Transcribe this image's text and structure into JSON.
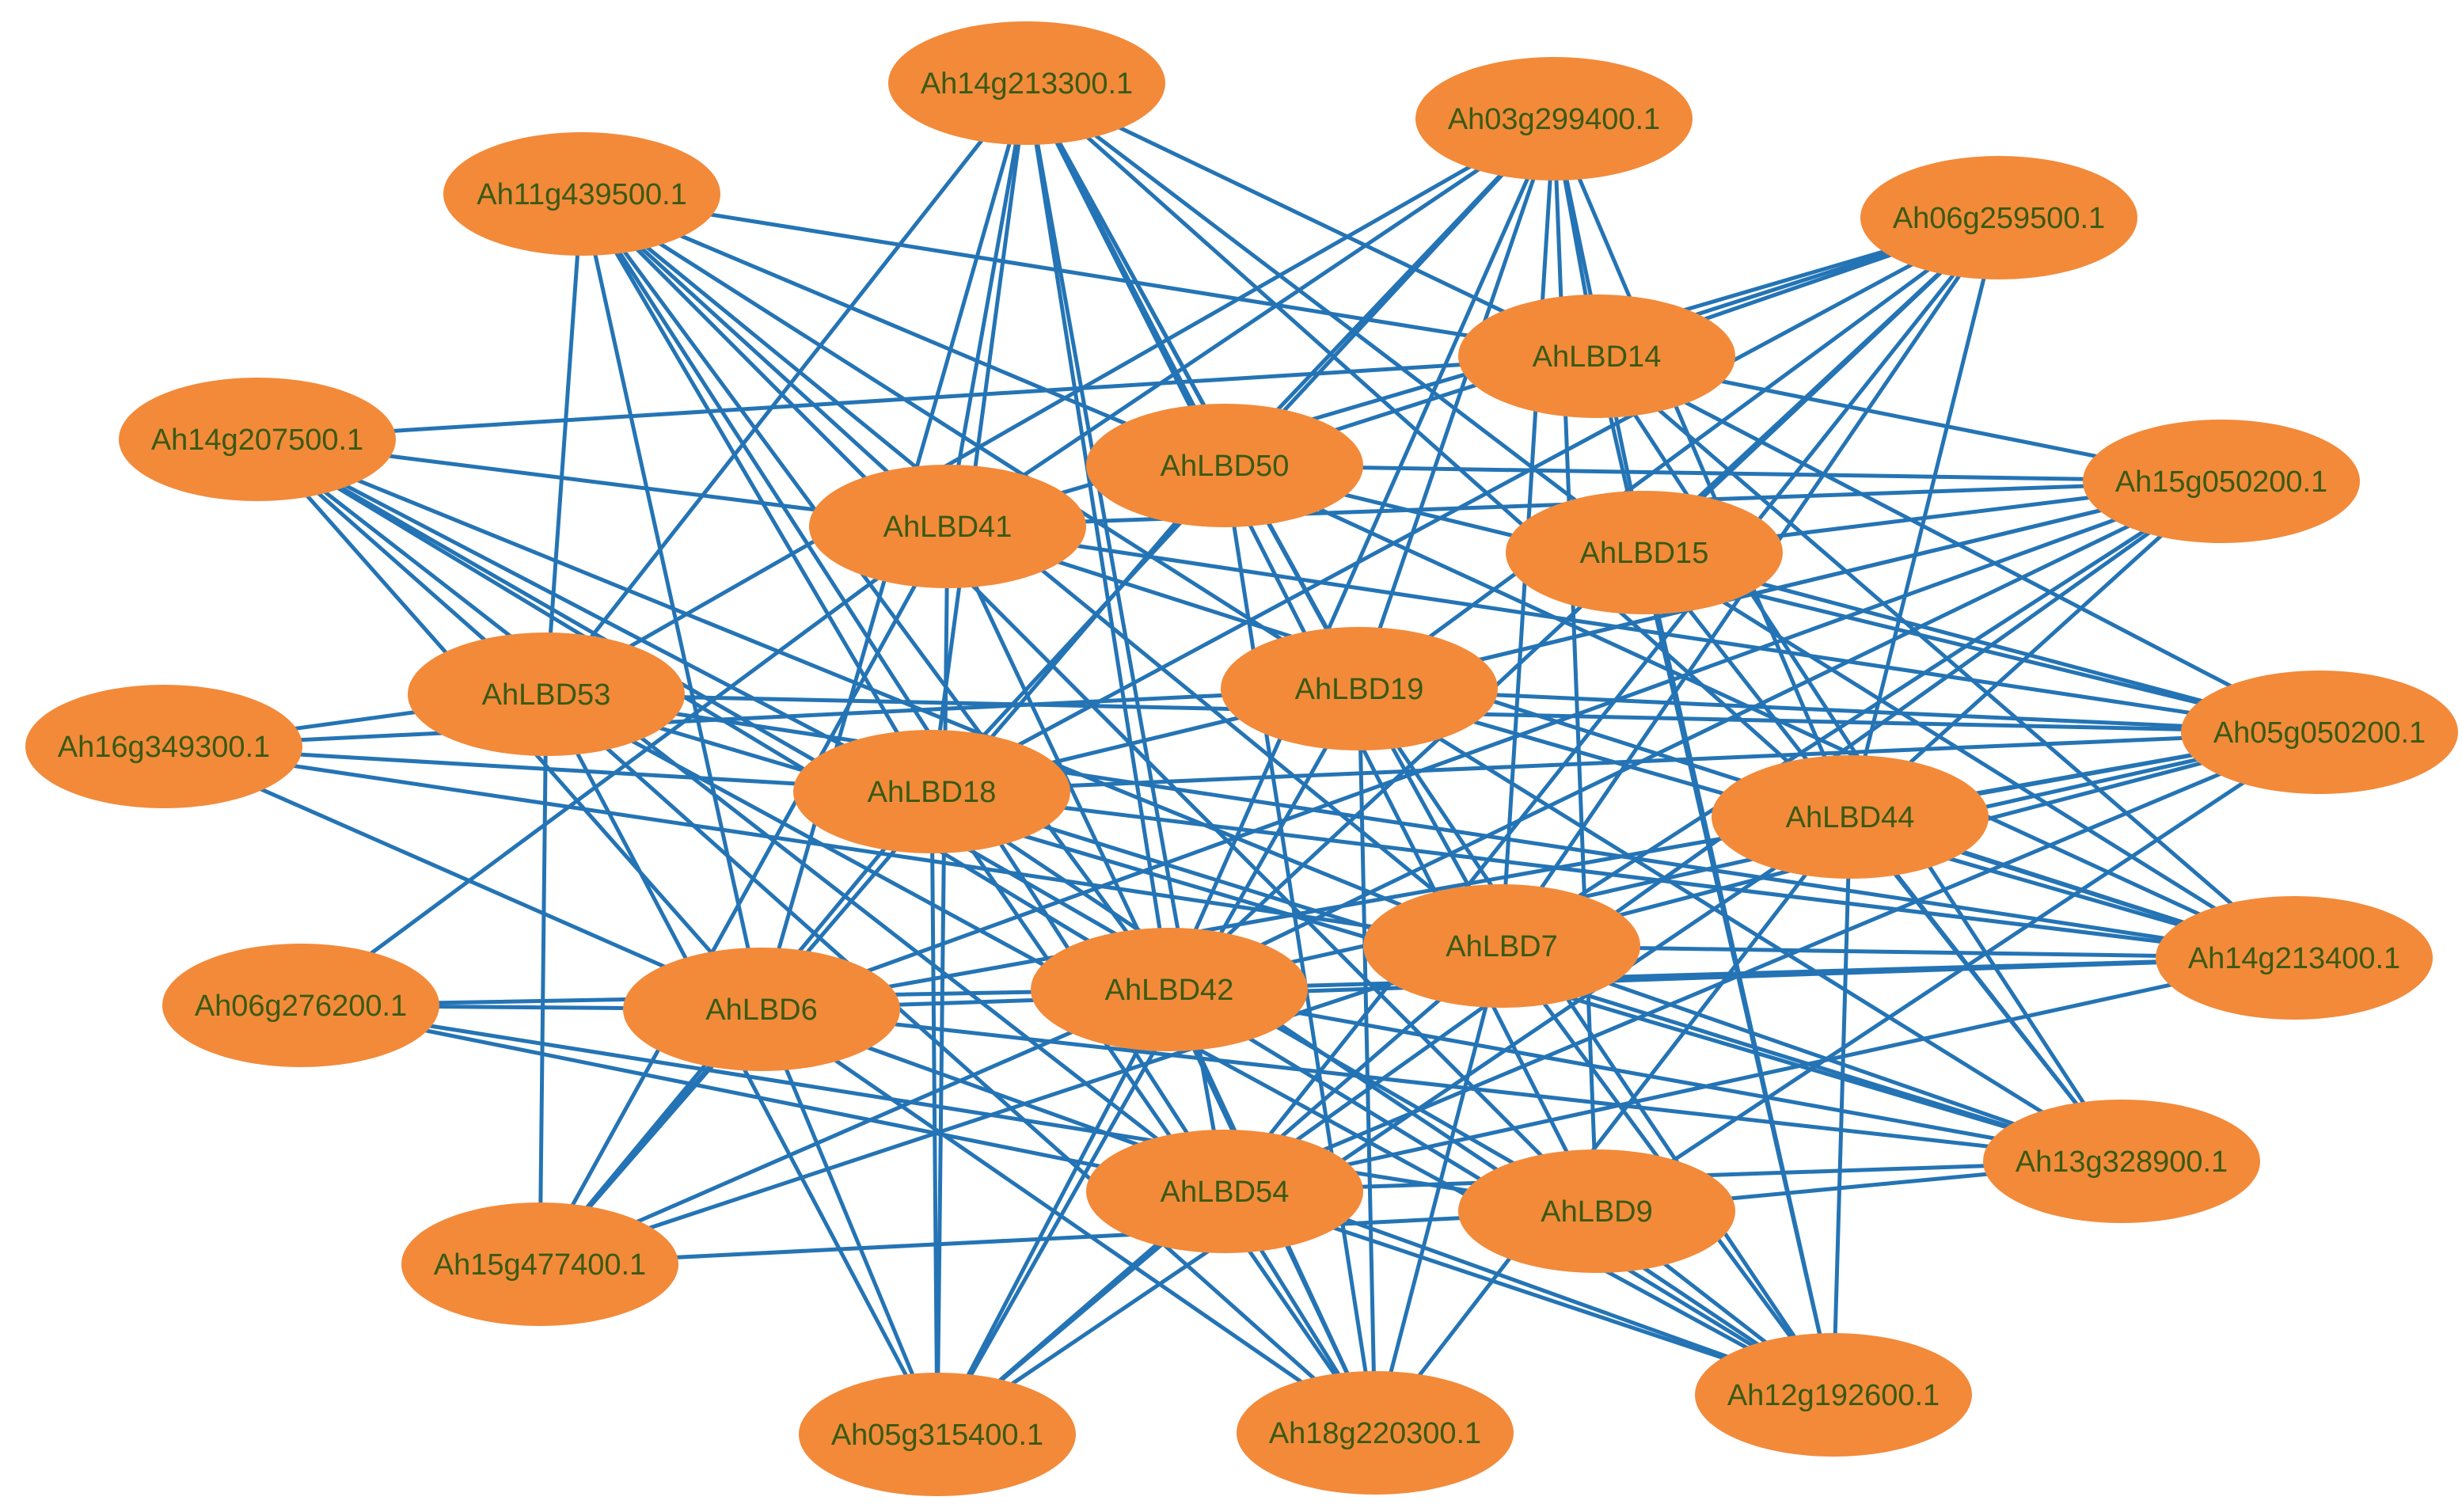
{
  "diagram": {
    "nodes": [
      {
        "id": "Ah14g213300",
        "label": "Ah14g213300.1"
      },
      {
        "id": "Ah03g299400",
        "label": "Ah03g299400.1"
      },
      {
        "id": "Ah11g439500",
        "label": "Ah11g439500.1"
      },
      {
        "id": "Ah06g259500",
        "label": "Ah06g259500.1"
      },
      {
        "id": "AhLBD14",
        "label": "AhLBD14"
      },
      {
        "id": "Ah14g207500",
        "label": "Ah14g207500.1"
      },
      {
        "id": "AhLBD50",
        "label": "AhLBD50"
      },
      {
        "id": "Ah15g050200",
        "label": "Ah15g050200.1"
      },
      {
        "id": "AhLBD41",
        "label": "AhLBD41"
      },
      {
        "id": "AhLBD15",
        "label": "AhLBD15"
      },
      {
        "id": "AhLBD53",
        "label": "AhLBD53"
      },
      {
        "id": "AhLBD19",
        "label": "AhLBD19"
      },
      {
        "id": "Ah16g349300",
        "label": "Ah16g349300.1"
      },
      {
        "id": "Ah05g050200",
        "label": "Ah05g050200.1"
      },
      {
        "id": "AhLBD18",
        "label": "AhLBD18"
      },
      {
        "id": "AhLBD44",
        "label": "AhLBD44"
      },
      {
        "id": "AhLBD7",
        "label": "AhLBD7"
      },
      {
        "id": "Ah06g276200",
        "label": "Ah06g276200.1"
      },
      {
        "id": "AhLBD6",
        "label": "AhLBD6"
      },
      {
        "id": "AhLBD42",
        "label": "AhLBD42"
      },
      {
        "id": "Ah14g213400",
        "label": "Ah14g213400.1"
      },
      {
        "id": "AhLBD54",
        "label": "AhLBD54"
      },
      {
        "id": "AhLBD9",
        "label": "AhLBD9"
      },
      {
        "id": "Ah13g328900",
        "label": "Ah13g328900.1"
      },
      {
        "id": "Ah15g477400",
        "label": "Ah15g477400.1"
      },
      {
        "id": "Ah12g192600",
        "label": "Ah12g192600.1"
      },
      {
        "id": "Ah05g315400",
        "label": "Ah05g315400.1"
      },
      {
        "id": "Ah18g220300",
        "label": "Ah18g220300.1"
      }
    ],
    "edges": [
      [
        "Ah14g213300",
        "AhLBD14"
      ],
      [
        "Ah14g213300",
        "AhLBD50"
      ],
      [
        "Ah14g213300",
        "AhLBD41"
      ],
      [
        "Ah14g213300",
        "AhLBD15"
      ],
      [
        "Ah14g213300",
        "AhLBD53"
      ],
      [
        "Ah14g213300",
        "AhLBD19"
      ],
      [
        "Ah14g213300",
        "AhLBD18"
      ],
      [
        "Ah14g213300",
        "AhLBD44"
      ],
      [
        "Ah14g213300",
        "AhLBD7"
      ],
      [
        "Ah14g213300",
        "AhLBD6"
      ],
      [
        "Ah14g213300",
        "AhLBD42"
      ],
      [
        "Ah14g213300",
        "AhLBD54"
      ],
      [
        "Ah14g213300",
        "AhLBD9"
      ],
      [
        "Ah03g299400",
        "AhLBD14"
      ],
      [
        "Ah03g299400",
        "AhLBD50"
      ],
      [
        "Ah03g299400",
        "AhLBD41"
      ],
      [
        "Ah03g299400",
        "AhLBD15"
      ],
      [
        "Ah03g299400",
        "AhLBD53"
      ],
      [
        "Ah03g299400",
        "AhLBD19"
      ],
      [
        "Ah03g299400",
        "AhLBD18"
      ],
      [
        "Ah03g299400",
        "AhLBD44"
      ],
      [
        "Ah03g299400",
        "AhLBD7"
      ],
      [
        "Ah03g299400",
        "AhLBD42"
      ],
      [
        "Ah03g299400",
        "AhLBD9"
      ],
      [
        "Ah11g439500",
        "AhLBD14"
      ],
      [
        "Ah11g439500",
        "AhLBD50"
      ],
      [
        "Ah11g439500",
        "AhLBD41"
      ],
      [
        "Ah11g439500",
        "AhLBD53"
      ],
      [
        "Ah11g439500",
        "AhLBD19"
      ],
      [
        "Ah11g439500",
        "AhLBD18"
      ],
      [
        "Ah11g439500",
        "AhLBD7"
      ],
      [
        "Ah11g439500",
        "AhLBD6"
      ],
      [
        "Ah11g439500",
        "AhLBD42"
      ],
      [
        "Ah11g439500",
        "AhLBD54"
      ],
      [
        "Ah11g439500",
        "AhLBD9"
      ],
      [
        "Ah06g259500",
        "AhLBD14"
      ],
      [
        "Ah06g259500",
        "AhLBD50"
      ],
      [
        "Ah06g259500",
        "AhLBD41"
      ],
      [
        "Ah06g259500",
        "AhLBD15"
      ],
      [
        "Ah06g259500",
        "AhLBD19"
      ],
      [
        "Ah06g259500",
        "AhLBD18"
      ],
      [
        "Ah06g259500",
        "AhLBD44"
      ],
      [
        "Ah06g259500",
        "AhLBD7"
      ],
      [
        "Ah06g259500",
        "AhLBD42"
      ],
      [
        "Ah06g259500",
        "AhLBD54"
      ],
      [
        "Ah14g207500",
        "AhLBD14"
      ],
      [
        "Ah14g207500",
        "AhLBD41"
      ],
      [
        "Ah14g207500",
        "AhLBD53"
      ],
      [
        "Ah14g207500",
        "AhLBD18"
      ],
      [
        "Ah14g207500",
        "AhLBD7"
      ],
      [
        "Ah14g207500",
        "AhLBD6"
      ],
      [
        "Ah14g207500",
        "AhLBD42"
      ],
      [
        "Ah14g207500",
        "AhLBD54"
      ],
      [
        "Ah14g207500",
        "AhLBD9"
      ],
      [
        "Ah15g050200",
        "AhLBD14"
      ],
      [
        "Ah15g050200",
        "AhLBD50"
      ],
      [
        "Ah15g050200",
        "AhLBD41"
      ],
      [
        "Ah15g050200",
        "AhLBD15"
      ],
      [
        "Ah15g050200",
        "AhLBD19"
      ],
      [
        "Ah15g050200",
        "AhLBD18"
      ],
      [
        "Ah15g050200",
        "AhLBD44"
      ],
      [
        "Ah15g050200",
        "AhLBD7"
      ],
      [
        "Ah15g050200",
        "AhLBD6"
      ],
      [
        "Ah15g050200",
        "AhLBD42"
      ],
      [
        "Ah15g050200",
        "AhLBD54"
      ],
      [
        "Ah16g349300",
        "AhLBD53"
      ],
      [
        "Ah16g349300",
        "AhLBD18"
      ],
      [
        "Ah16g349300",
        "AhLBD6"
      ],
      [
        "Ah16g349300",
        "AhLBD7"
      ],
      [
        "Ah16g349300",
        "AhLBD19"
      ],
      [
        "Ah05g050200",
        "AhLBD14"
      ],
      [
        "Ah05g050200",
        "AhLBD50"
      ],
      [
        "Ah05g050200",
        "AhLBD41"
      ],
      [
        "Ah05g050200",
        "AhLBD15"
      ],
      [
        "Ah05g050200",
        "AhLBD53"
      ],
      [
        "Ah05g050200",
        "AhLBD19"
      ],
      [
        "Ah05g050200",
        "AhLBD18"
      ],
      [
        "Ah05g050200",
        "AhLBD44"
      ],
      [
        "Ah05g050200",
        "AhLBD7"
      ],
      [
        "Ah05g050200",
        "AhLBD6"
      ],
      [
        "Ah05g050200",
        "AhLBD42"
      ],
      [
        "Ah05g050200",
        "AhLBD54"
      ],
      [
        "Ah05g050200",
        "AhLBD9"
      ],
      [
        "Ah06g276200",
        "AhLBD41"
      ],
      [
        "Ah06g276200",
        "AhLBD6"
      ],
      [
        "Ah06g276200",
        "AhLBD42"
      ],
      [
        "Ah06g276200",
        "AhLBD54"
      ],
      [
        "Ah06g276200",
        "AhLBD9"
      ],
      [
        "Ah14g213400",
        "AhLBD14"
      ],
      [
        "Ah14g213400",
        "AhLBD50"
      ],
      [
        "Ah14g213400",
        "AhLBD41"
      ],
      [
        "Ah14g213400",
        "AhLBD15"
      ],
      [
        "Ah14g213400",
        "AhLBD53"
      ],
      [
        "Ah14g213400",
        "AhLBD19"
      ],
      [
        "Ah14g213400",
        "AhLBD18"
      ],
      [
        "Ah14g213400",
        "AhLBD44"
      ],
      [
        "Ah14g213400",
        "AhLBD7"
      ],
      [
        "Ah14g213400",
        "AhLBD6"
      ],
      [
        "Ah14g213400",
        "AhLBD42"
      ],
      [
        "Ah14g213400",
        "AhLBD54"
      ],
      [
        "Ah13g328900",
        "AhLBD14"
      ],
      [
        "Ah13g328900",
        "AhLBD15"
      ],
      [
        "Ah13g328900",
        "AhLBD53"
      ],
      [
        "Ah13g328900",
        "AhLBD19"
      ],
      [
        "Ah13g328900",
        "AhLBD18"
      ],
      [
        "Ah13g328900",
        "AhLBD44"
      ],
      [
        "Ah13g328900",
        "AhLBD7"
      ],
      [
        "Ah13g328900",
        "AhLBD6"
      ],
      [
        "Ah13g328900",
        "AhLBD42"
      ],
      [
        "Ah13g328900",
        "AhLBD54"
      ],
      [
        "Ah13g328900",
        "AhLBD9"
      ],
      [
        "Ah15g477400",
        "AhLBD41"
      ],
      [
        "Ah15g477400",
        "AhLBD53"
      ],
      [
        "Ah15g477400",
        "AhLBD18"
      ],
      [
        "Ah15g477400",
        "AhLBD7"
      ],
      [
        "Ah15g477400",
        "AhLBD6"
      ],
      [
        "Ah15g477400",
        "AhLBD42"
      ],
      [
        "Ah15g477400",
        "AhLBD50"
      ],
      [
        "Ah15g477400",
        "AhLBD9"
      ],
      [
        "Ah12g192600",
        "AhLBD14"
      ],
      [
        "Ah12g192600",
        "AhLBD15"
      ],
      [
        "Ah12g192600",
        "AhLBD53"
      ],
      [
        "Ah12g192600",
        "AhLBD19"
      ],
      [
        "Ah12g192600",
        "AhLBD18"
      ],
      [
        "Ah12g192600",
        "AhLBD44"
      ],
      [
        "Ah12g192600",
        "AhLBD7"
      ],
      [
        "Ah12g192600",
        "AhLBD6"
      ],
      [
        "Ah12g192600",
        "AhLBD42"
      ],
      [
        "Ah12g192600",
        "AhLBD54"
      ],
      [
        "Ah12g192600",
        "AhLBD9"
      ],
      [
        "Ah05g315400",
        "AhLBD41"
      ],
      [
        "Ah05g315400",
        "AhLBD53"
      ],
      [
        "Ah05g315400",
        "AhLBD18"
      ],
      [
        "Ah05g315400",
        "AhLBD7"
      ],
      [
        "Ah05g315400",
        "AhLBD6"
      ],
      [
        "Ah05g315400",
        "AhLBD42"
      ],
      [
        "Ah05g315400",
        "AhLBD44"
      ],
      [
        "Ah05g315400",
        "AhLBD54"
      ],
      [
        "Ah05g315400",
        "AhLBD19"
      ],
      [
        "Ah18g220300",
        "AhLBD50"
      ],
      [
        "Ah18g220300",
        "AhLBD41"
      ],
      [
        "Ah18g220300",
        "AhLBD53"
      ],
      [
        "Ah18g220300",
        "AhLBD19"
      ],
      [
        "Ah18g220300",
        "AhLBD18"
      ],
      [
        "Ah18g220300",
        "AhLBD7"
      ],
      [
        "Ah18g220300",
        "AhLBD6"
      ],
      [
        "Ah18g220300",
        "AhLBD42"
      ],
      [
        "Ah18g220300",
        "AhLBD54"
      ],
      [
        "Ah18g220300",
        "AhLBD44"
      ]
    ],
    "colors": {
      "node_fill": "#f28a3a",
      "edge": "#2474b5",
      "label_text": "#3a5a12",
      "background": "#ffffff"
    }
  }
}
